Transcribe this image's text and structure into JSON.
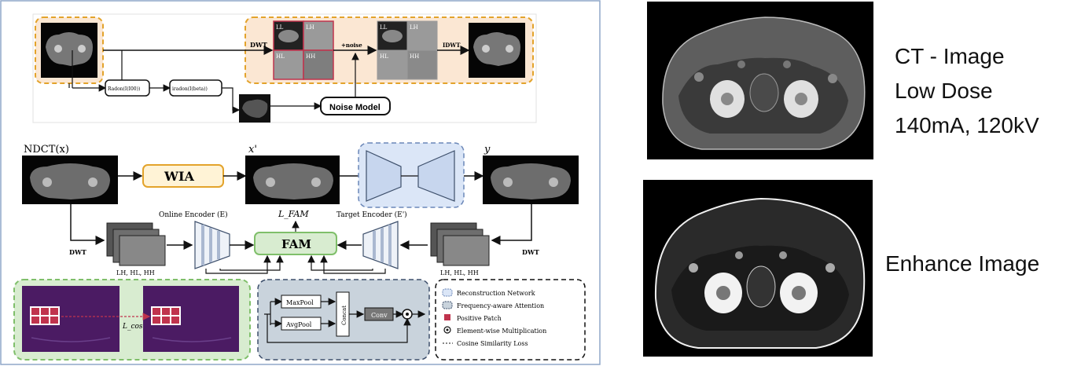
{
  "top_pipeline": {
    "dwt_left": "DWT",
    "dwt_right": "IDWT",
    "noise_op": "+noise",
    "tiles_left": [
      "LL",
      "LH",
      "HL",
      "HH"
    ],
    "tiles_right": [
      "LL",
      "LH",
      "HL",
      "HH"
    ],
    "radon_label": "Radon(I(I00))",
    "iradon_label": "iradon(I(beta))",
    "noise_model": "Noise Model"
  },
  "bottom_pipeline": {
    "input_label": "NDCT(x)",
    "wia_label": "WIA",
    "xprime_label": "x'",
    "y_label": "y",
    "online_encoder": "Online Encoder (E)",
    "target_encoder": "Target Encoder (E')",
    "loss_label": "L_FAM",
    "fam_label": "FAM",
    "dwt_left": "DWT",
    "dwt_right": "DWT",
    "bands_left": "LH, HL, HH",
    "bands_right": "LH, HL, HH"
  },
  "detail": {
    "maxpool": "MaxPool",
    "avgpool": "AvgPool",
    "concat": "Concat",
    "conv": "Conv",
    "cos_label": "L_cos"
  },
  "legend": {
    "items": [
      {
        "icon": "reconstruction-swatch",
        "label": "Reconstruction Network"
      },
      {
        "icon": "attention-swatch",
        "label": "Frequency-aware Attention"
      },
      {
        "icon": "positive-patch-swatch",
        "label": "Positive Patch"
      },
      {
        "icon": "elementwise-icon",
        "label": "Element-wise Multiplication"
      },
      {
        "icon": "cosine-loss-icon",
        "label": "Cosine Similarity Loss"
      }
    ]
  },
  "captions": {
    "line1": "CT - Image",
    "line2": "Low Dose",
    "line3": "140mA, 120kV",
    "enhance": "Enhance Image"
  },
  "colors": {
    "peach": "#fbe7d3",
    "orange_dash": "#e3a32b",
    "blue_fill": "#dbe6f7",
    "green_fill": "#d8ecd0",
    "green_dash": "#7fbf6a",
    "gray_panel": "#c9d3dc",
    "patch_red": "#c0334d",
    "purple": "#4b1b63"
  }
}
